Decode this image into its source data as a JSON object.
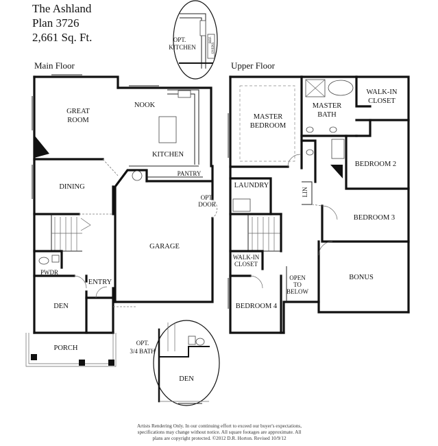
{
  "header": {
    "name": "The Ashland",
    "plan": "Plan 3726",
    "sqft": "2,661 Sq. Ft."
  },
  "floors": {
    "main": "Main Floor",
    "upper": "Upper Floor"
  },
  "rooms_main": {
    "great_room_1": "GREAT",
    "great_room_2": "ROOM",
    "nook": "NOOK",
    "kitchen": "KITCHEN",
    "pantry": "PANTRY",
    "dining": "DINING",
    "garage": "GARAGE",
    "opt_door_1": "OPT.",
    "opt_door_2": "DOOR",
    "pwdr": "PWDR",
    "entry": "ENTRY",
    "den": "DEN",
    "porch": "PORCH"
  },
  "rooms_upper": {
    "master_bedroom_1": "MASTER",
    "master_bedroom_2": "BEDROOM",
    "master_bath_1": "MASTER",
    "master_bath_2": "BATH",
    "walkin_closet_1": "WALK-IN",
    "walkin_closet_2": "CLOSET",
    "bedroom2": "BEDROOM 2",
    "laundry": "LAUNDRY",
    "lin": "LIN",
    "bedroom3": "BEDROOM 3",
    "walkin2_1": "WALK-IN",
    "walkin2_2": "CLOSET",
    "open_1": "OPEN",
    "open_2": "TO",
    "open_3": "BELOW",
    "bonus": "BONUS",
    "bedroom4": "BEDROOM 4"
  },
  "options": {
    "opt_kitchen_1": "OPT.",
    "opt_kitchen_2": "KITCHEN",
    "ref": "REF.",
    "ovens": "OVENS",
    "opt_bath_1": "OPT.",
    "opt_bath_2": "3/4 BATH",
    "den": "DEN"
  },
  "footer": {
    "line1": "Artists Rendering Only. In our continuing effort to exceed our buyer's expectations,",
    "line2": "specifications may change without notice. All square footages are approximate. All",
    "line3": "plans are copyright protected. ©2012 D.R. Horton. Revised 10/9/12"
  }
}
